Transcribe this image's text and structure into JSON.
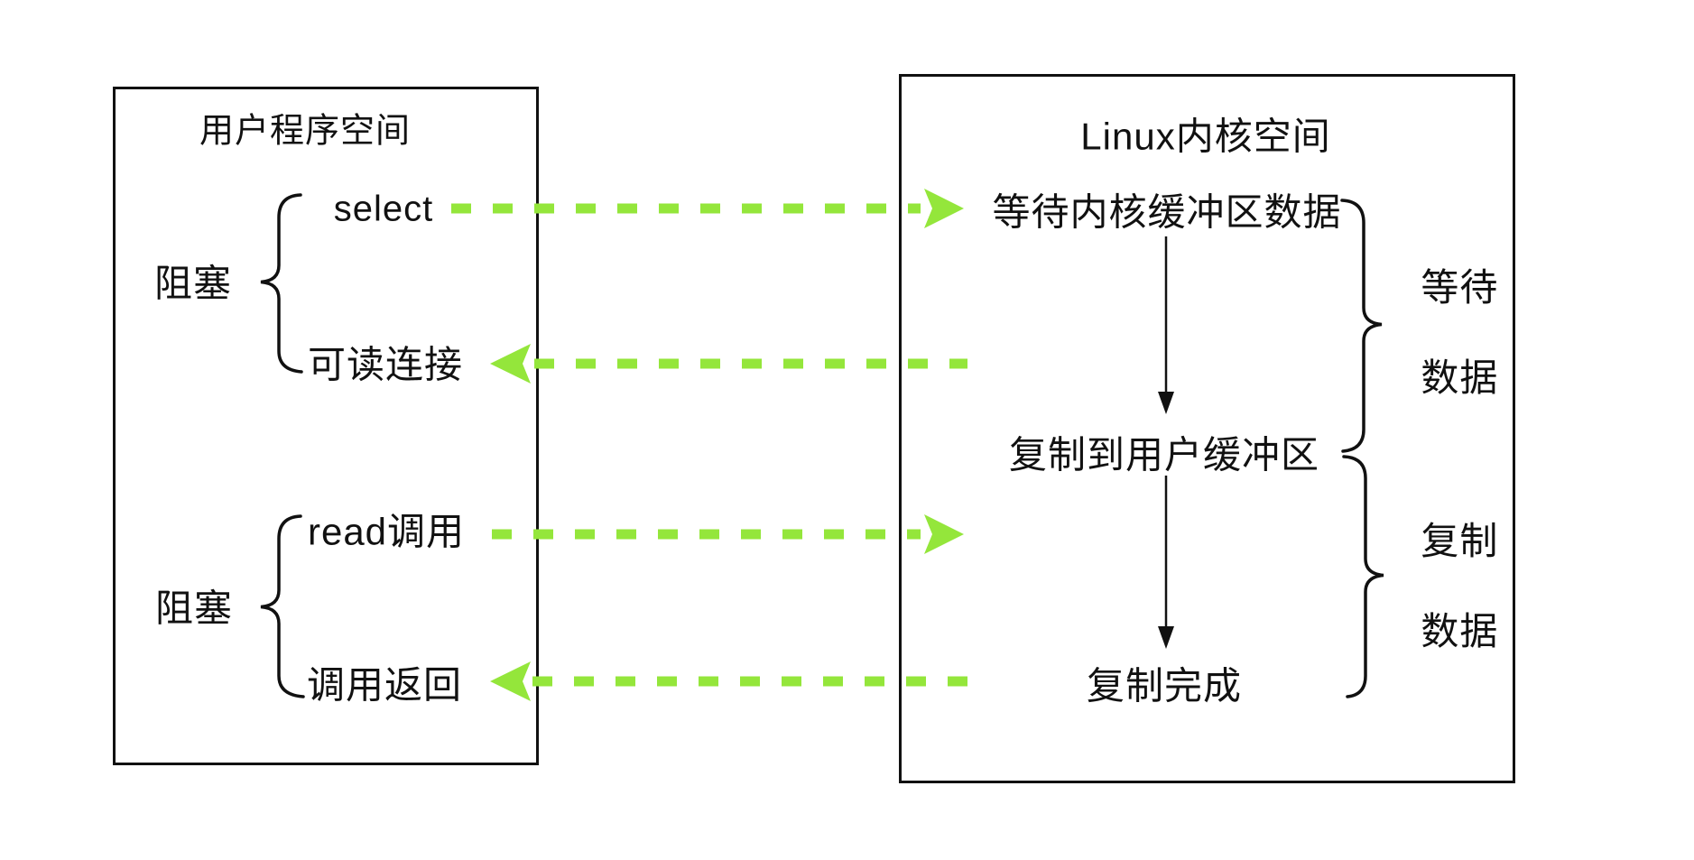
{
  "colors": {
    "arrow_green": "#94e63b",
    "ink": "#111111"
  },
  "user_space": {
    "title": "用户程序空间",
    "select_label": "select",
    "readable_label": "可读连接",
    "read_call_label": "read调用",
    "call_return_label": "调用返回",
    "blocking_label_top": "阻塞",
    "blocking_label_bottom": "阻塞"
  },
  "kernel_space": {
    "title": "Linux内核空间",
    "step_wait": "等待内核缓冲区数据",
    "step_copy": "复制到用户缓冲区",
    "step_done": "复制完成",
    "phase_wait_line1": "等待",
    "phase_wait_line2": "数据",
    "phase_copy_line1": "复制",
    "phase_copy_line2": "数据"
  }
}
